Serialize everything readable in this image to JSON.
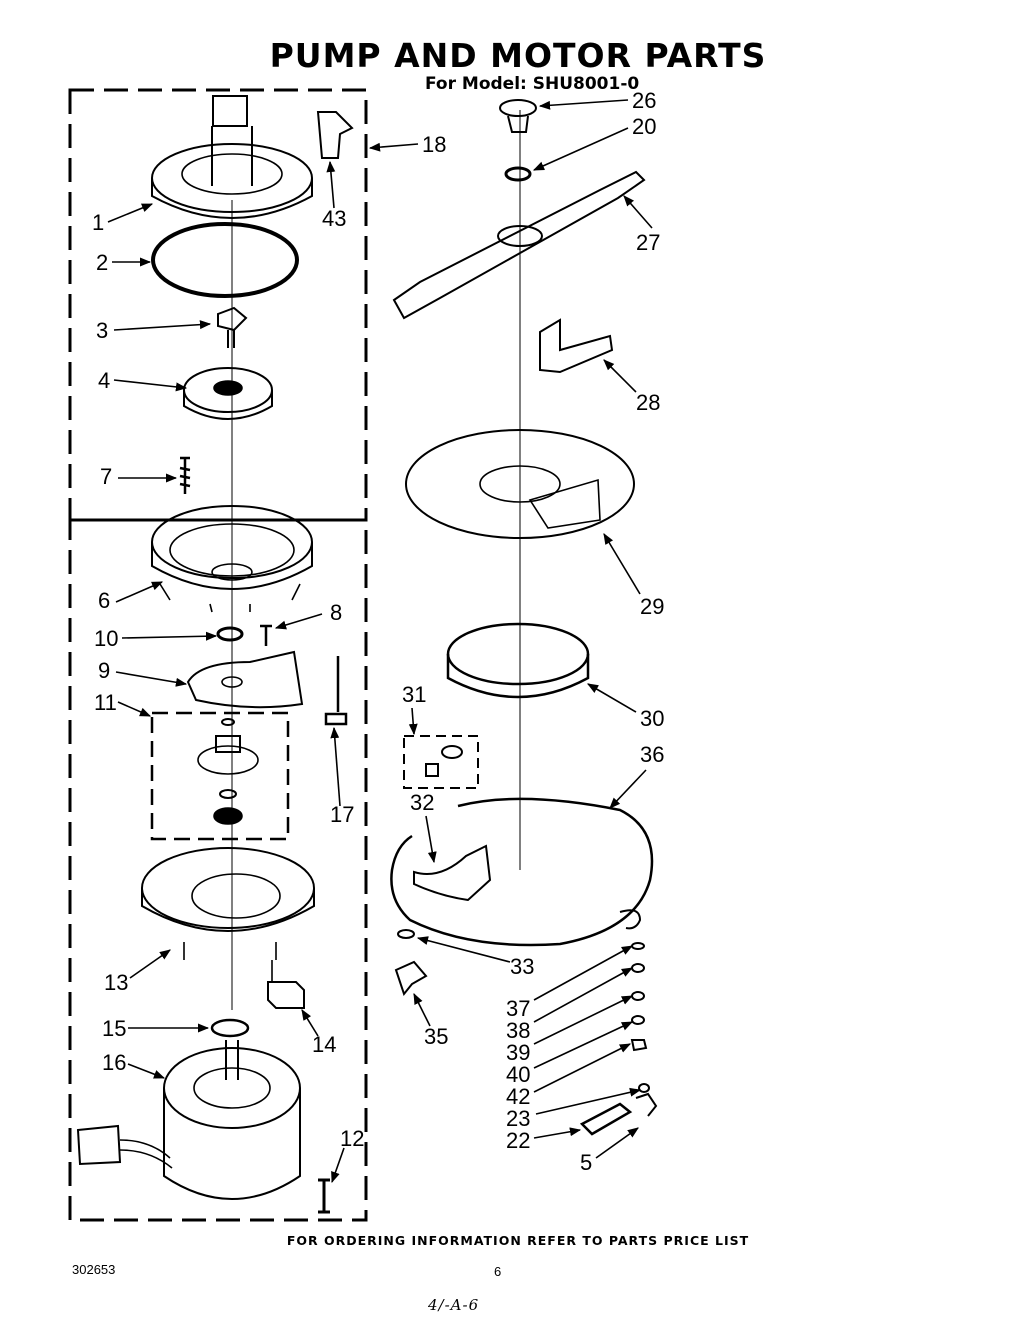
{
  "title": "PUMP AND MOTOR PARTS",
  "subtitle": "For Model: SHU8001-0",
  "callouts": [
    {
      "id": "c1",
      "label": "1"
    },
    {
      "id": "c2",
      "label": "2"
    },
    {
      "id": "c3",
      "label": "3"
    },
    {
      "id": "c4",
      "label": "4"
    },
    {
      "id": "c7",
      "label": "7"
    },
    {
      "id": "c6",
      "label": "6"
    },
    {
      "id": "c8",
      "label": "8"
    },
    {
      "id": "c10",
      "label": "10"
    },
    {
      "id": "c9",
      "label": "9"
    },
    {
      "id": "c11",
      "label": "11"
    },
    {
      "id": "c17",
      "label": "17"
    },
    {
      "id": "c13",
      "label": "13"
    },
    {
      "id": "c14",
      "label": "14"
    },
    {
      "id": "c15",
      "label": "15"
    },
    {
      "id": "c16",
      "label": "16"
    },
    {
      "id": "c12",
      "label": "12"
    },
    {
      "id": "c43",
      "label": "43"
    },
    {
      "id": "c18",
      "label": "18"
    },
    {
      "id": "c26",
      "label": "26"
    },
    {
      "id": "c20",
      "label": "20"
    },
    {
      "id": "c27",
      "label": "27"
    },
    {
      "id": "c28",
      "label": "28"
    },
    {
      "id": "c29",
      "label": "29"
    },
    {
      "id": "c30",
      "label": "30"
    },
    {
      "id": "c31",
      "label": "31"
    },
    {
      "id": "c36",
      "label": "36"
    },
    {
      "id": "c32",
      "label": "32"
    },
    {
      "id": "c33",
      "label": "33"
    },
    {
      "id": "c35",
      "label": "35"
    },
    {
      "id": "c37",
      "label": "37"
    },
    {
      "id": "c38",
      "label": "38"
    },
    {
      "id": "c39",
      "label": "39"
    },
    {
      "id": "c40",
      "label": "40"
    },
    {
      "id": "c42",
      "label": "42"
    },
    {
      "id": "c23",
      "label": "23"
    },
    {
      "id": "c22",
      "label": "22"
    },
    {
      "id": "c5",
      "label": "5"
    }
  ],
  "footer": "FOR ORDERING INFORMATION REFER TO PARTS PRICE LIST",
  "doc_number": "302653",
  "page_number": "6",
  "handwritten_note": "4/-A-6"
}
